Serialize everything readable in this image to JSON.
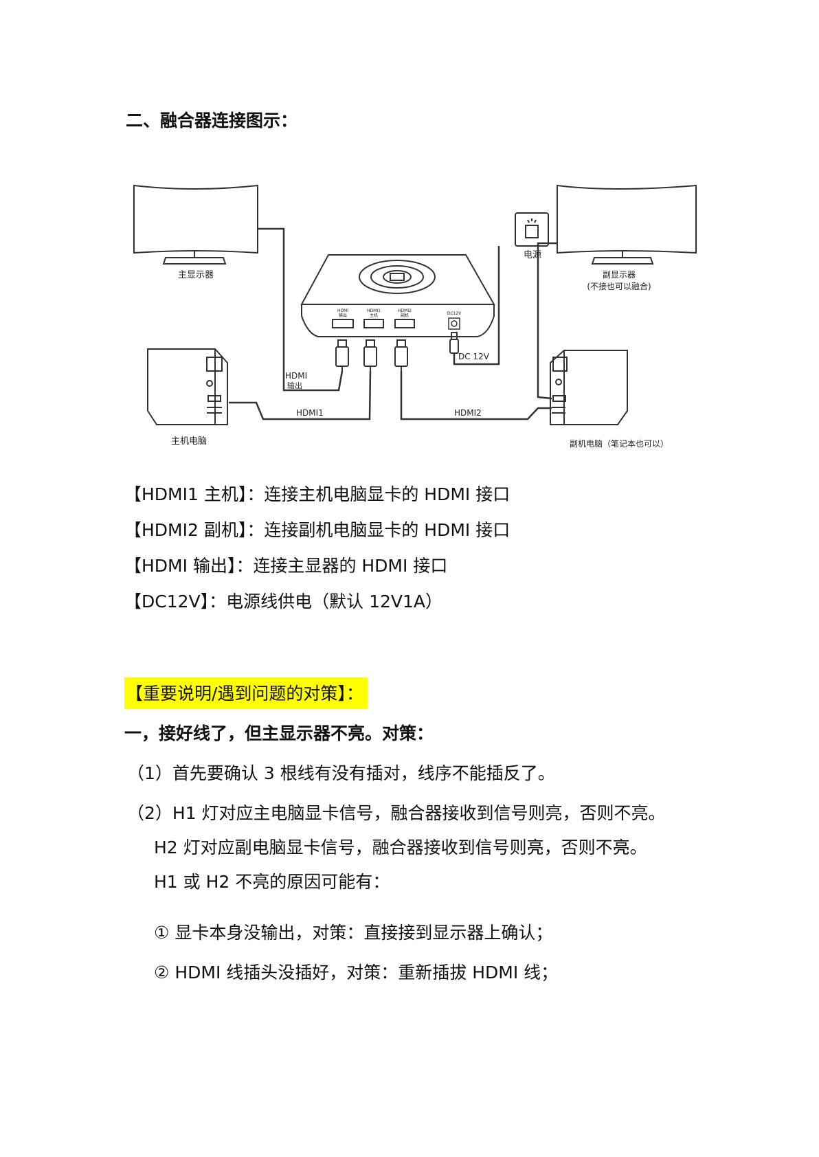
{
  "section_title": "二、融合器连接图示：",
  "diagram": {
    "main_monitor": "主显示器",
    "sub_monitor": "副显示器",
    "sub_monitor_note": "(不接也可以融合)",
    "power": "电源",
    "port_hdmi_out_top": "HDMI",
    "port_hdmi_out_bottom": "输出",
    "port_hdmi1_top": "HDMI1",
    "port_hdmi1_bottom": "主机",
    "port_hdmi2_top": "HDMI2",
    "port_hdmi2_bottom": "副机",
    "port_dc": "DC12V",
    "cable_dc": "DC 12V",
    "cable_hdmi_out_top": "HDMI",
    "cable_hdmi_out_bottom": "输出",
    "cable_hdmi1": "HDMI1",
    "cable_hdmi2": "HDMI2",
    "main_pc": "主机电脑",
    "sub_pc": "副机电脑（笔记本也可以）"
  },
  "specs": [
    "【HDMI1 主机】：连接主机电脑显卡的 HDMI 接口",
    "【HDMI2 副机】：连接副机电脑显卡的 HDMI 接口",
    "【HDMI 输出】：连接主显器的 HDMI 接口",
    "【DC12V】：电源线供电（默认 12V1A）"
  ],
  "important_heading": "【重要说明/遇到问题的对策】：",
  "problem_1": {
    "title": "一，接好线了，但主显示器不亮。对策：",
    "step_1": "（1）首先要确认 3 根线有没有插对，线序不能插反了。",
    "step_2_line_1": "（2）H1 灯对应主电脑显卡信号，融合器接收到信号则亮，否则不亮。",
    "step_2_line_2": "H2 灯对应副电脑显卡信号，融合器接收到信号则亮，否则不亮。",
    "step_2_line_3": "H1 或 H2 不亮的原因可能有：",
    "cause_1": "① 显卡本身没输出，对策：直接接到显示器上确认；",
    "cause_2": "② HDMI 线插头没插好，对策：重新插拔 HDMI 线；"
  },
  "colors": {
    "highlight": "#ffff00",
    "line": "#333333"
  }
}
